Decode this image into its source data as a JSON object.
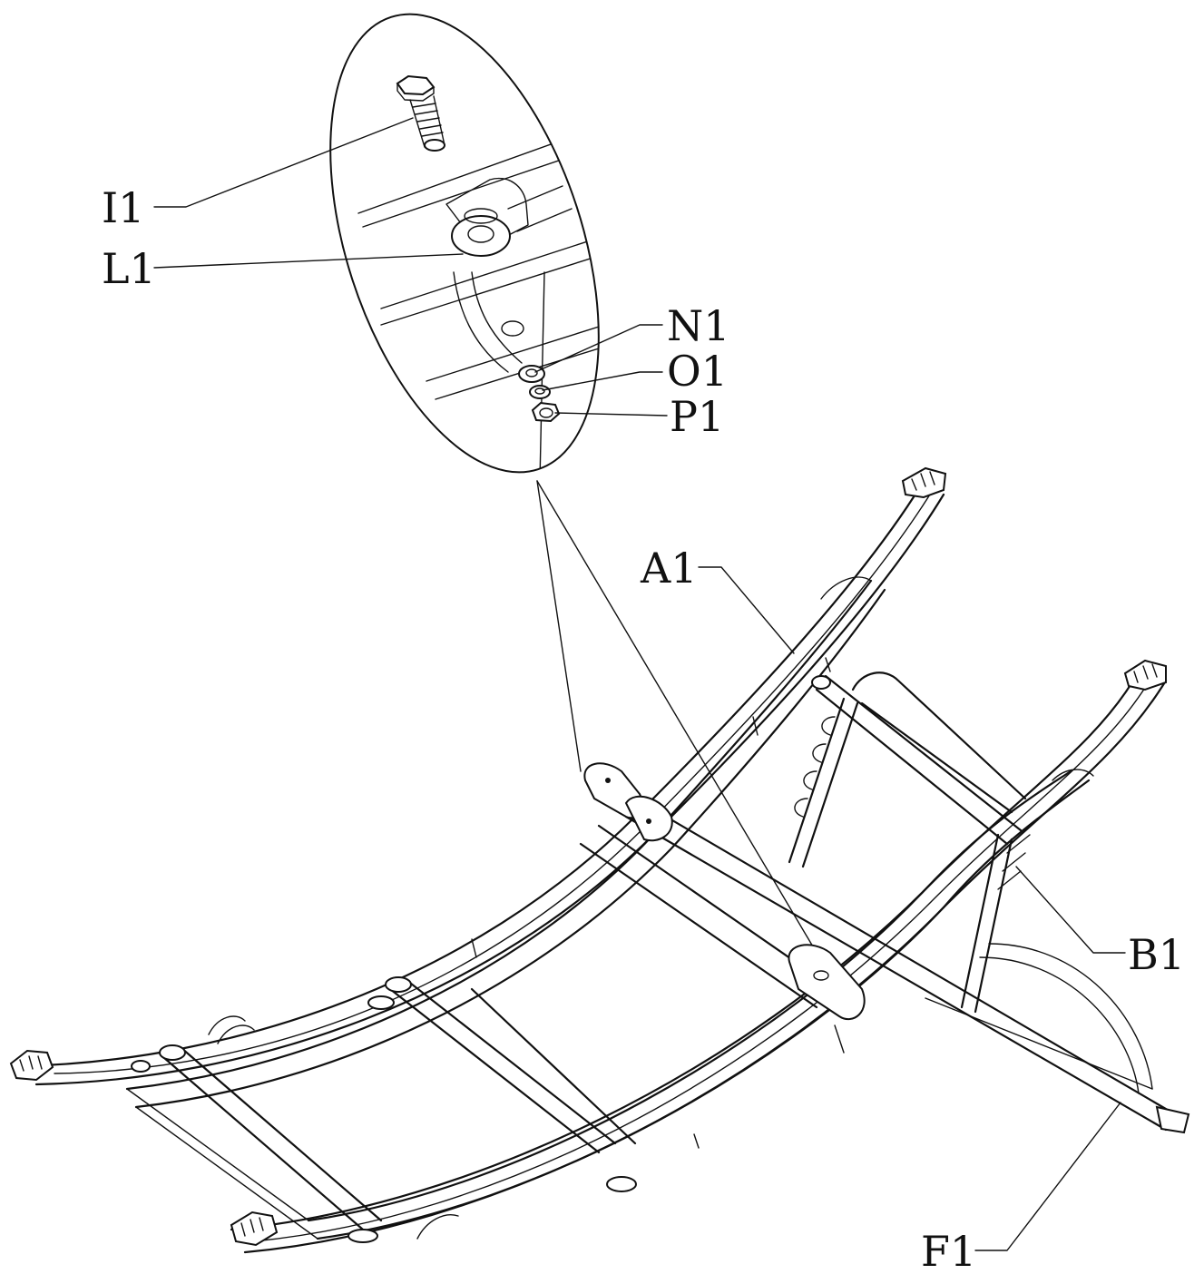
{
  "labels": {
    "I1": "I1",
    "L1": "L1",
    "N1": "N1",
    "O1": "O1",
    "P1": "P1",
    "A1": "A1",
    "B1": "B1",
    "F1": "F1"
  },
  "colors": {
    "ink": "#111111",
    "paper": "#ffffff"
  }
}
